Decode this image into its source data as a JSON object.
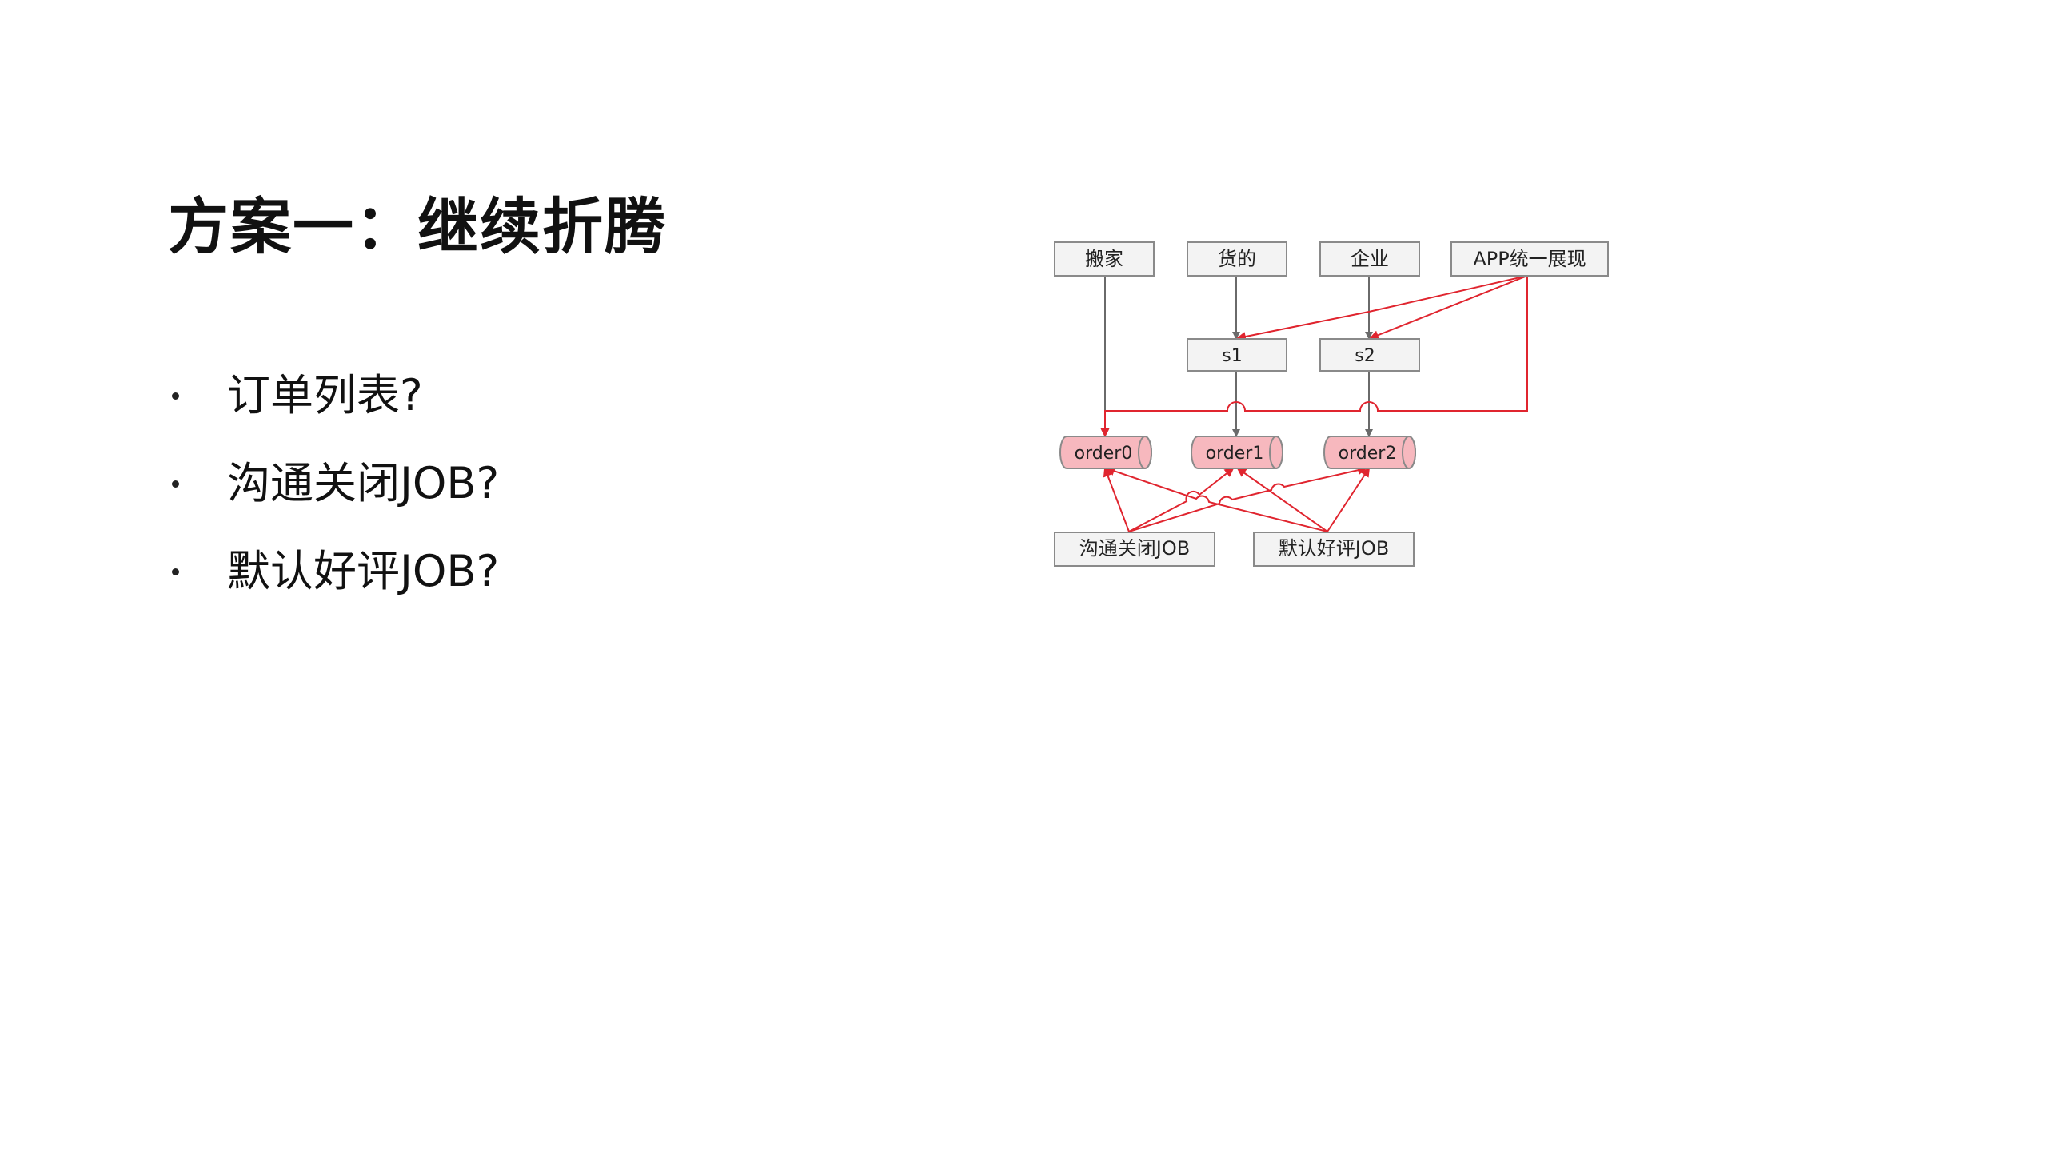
{
  "slide": {
    "title": "方案一：继续折腾",
    "bullets": [
      {
        "text": "订单列表?"
      },
      {
        "text": "沟通关闭JOB?"
      },
      {
        "text": "默认好评JOB?"
      }
    ]
  },
  "diagram": {
    "sources": [
      {
        "id": "banjia",
        "label": "搬家"
      },
      {
        "id": "huode",
        "label": "货的"
      },
      {
        "id": "qiye",
        "label": "企业"
      },
      {
        "id": "app",
        "label": "APP统一展现"
      }
    ],
    "services": [
      {
        "id": "s1",
        "label": "s1"
      },
      {
        "id": "s2",
        "label": "s2"
      }
    ],
    "databases": [
      {
        "id": "order0",
        "label": "order0"
      },
      {
        "id": "order1",
        "label": "order1"
      },
      {
        "id": "order2",
        "label": "order2"
      }
    ],
    "jobs": [
      {
        "id": "close_job",
        "label": "沟通关闭JOB"
      },
      {
        "id": "review_job",
        "label": "默认好评JOB"
      }
    ],
    "colors": {
      "box_fill": "#f3f3f3",
      "box_stroke": "#8a8a8a",
      "db_fill": "#f7b8be",
      "db_stroke": "#8a8a8a",
      "write_arrow": "#6a6a6a",
      "read_arrow": "#e0252f"
    }
  }
}
